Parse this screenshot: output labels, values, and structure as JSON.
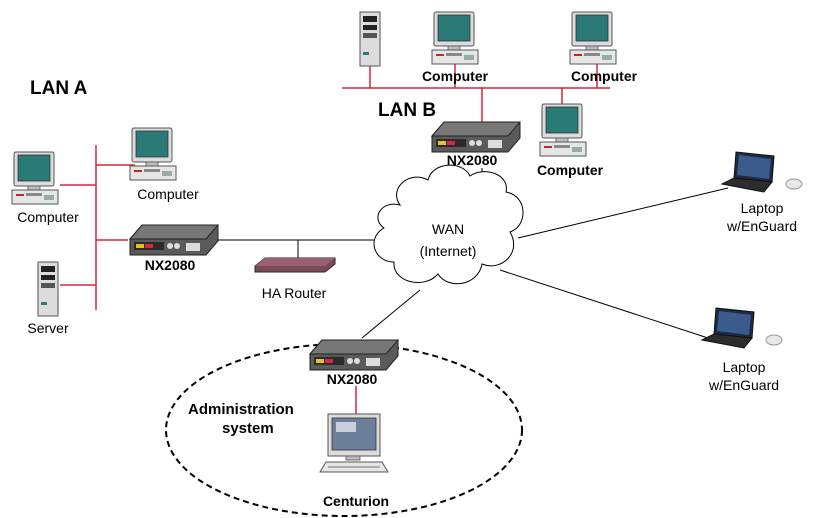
{
  "networks": {
    "lan_a": "LAN A",
    "lan_b": "LAN B",
    "wan_line1": "WAN",
    "wan_line2": "(Internet)",
    "admin_line1": "Administration",
    "admin_line2": "system"
  },
  "devices": {
    "lan_b_computer_1": "Computer",
    "lan_b_computer_2": "Computer",
    "lan_b_computer_3": "Computer",
    "lan_b_appliance": "NX2080",
    "lan_a_computer_1": "Computer",
    "lan_a_computer_2": "Computer",
    "lan_a_server": "Server",
    "lan_a_appliance": "NX2080",
    "ha_router": "HA Router",
    "laptop_1_line1": "Laptop",
    "laptop_1_line2": "w/EnGuard",
    "laptop_2_line1": "Laptop",
    "laptop_2_line2": "w/EnGuard",
    "admin_appliance": "NX2080",
    "centurion": "Centurion"
  },
  "colors": {
    "lan_link": "#d7263d",
    "wan_link": "#000000",
    "appliance_body": "#4a4a4a",
    "router_body": "#7a4a5a",
    "screen": "#2a7a78"
  }
}
